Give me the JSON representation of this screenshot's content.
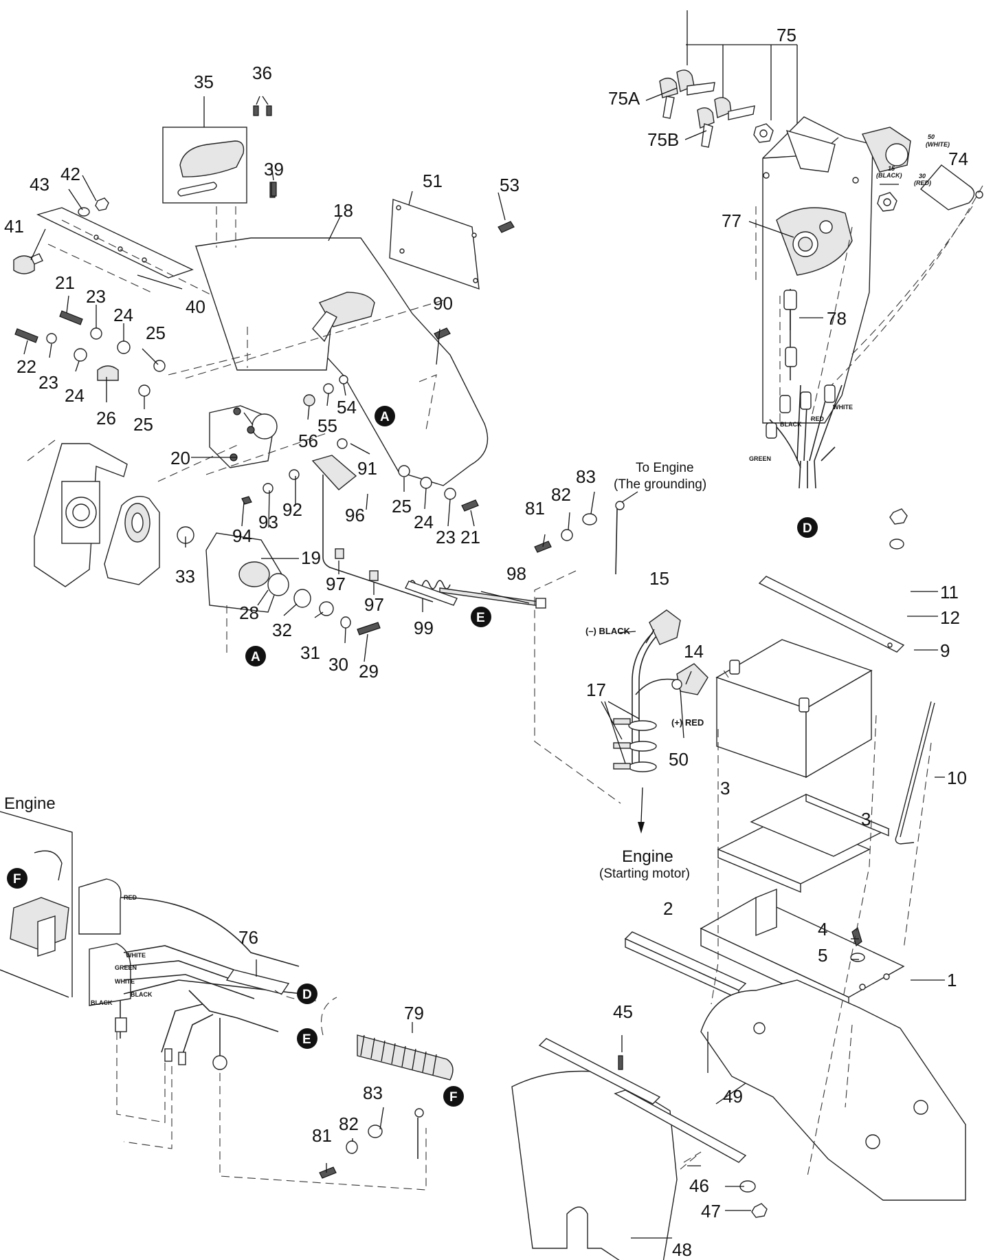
{
  "callouts": {
    "p1": "1",
    "p2": "2",
    "p3a": "3",
    "p3b": "3",
    "p4": "4",
    "p5": "5",
    "p9": "9",
    "p10": "10",
    "p11": "11",
    "p12": "12",
    "p14": "14",
    "p15": "15",
    "p17": "17",
    "p18": "18",
    "p19": "19",
    "p20": "20",
    "p21a": "21",
    "p21b": "21",
    "p22": "22",
    "p23a": "23",
    "p23b": "23",
    "p23c": "23",
    "p24a": "24",
    "p24b": "24",
    "p24c": "24",
    "p25a": "25",
    "p25b": "25",
    "p25c": "25",
    "p26": "26",
    "p28": "28",
    "p29": "29",
    "p30": "30",
    "p31": "31",
    "p32": "32",
    "p33": "33",
    "p35": "35",
    "p36": "36",
    "p39": "39",
    "p40": "40",
    "p41": "41",
    "p42": "42",
    "p43": "43",
    "p45": "45",
    "p46": "46",
    "p47": "47",
    "p48": "48",
    "p49": "49",
    "p50": "50",
    "p51": "51",
    "p53": "53",
    "p54": "54",
    "p55": "55",
    "p56": "56",
    "p74": "74",
    "p75": "75",
    "p75a": "75A",
    "p75b": "75B",
    "p76": "76",
    "p77": "77",
    "p78": "78",
    "p79": "79",
    "p81a": "81",
    "p81b": "81",
    "p82a": "82",
    "p82b": "82",
    "p83a": "83",
    "p83b": "83",
    "p90": "90",
    "p91": "91",
    "p92": "92",
    "p93": "93",
    "p94": "94",
    "p96": "96",
    "p97a": "97",
    "p97b": "97",
    "p98": "98",
    "p99": "99"
  },
  "refs": {
    "a1": "A",
    "a2": "A",
    "d1": "D",
    "d2": "D",
    "e1": "E",
    "e2": "E",
    "f1": "F",
    "f2": "F"
  },
  "labels": {
    "to_engine": "To Engine",
    "grounding": "(The grounding)",
    "engine_bottom": "Engine",
    "starting_motor": "(Starting motor)",
    "engine_left": "Engine",
    "neg_black": "(–) BLACK",
    "pos_red": "(+) RED"
  },
  "wire_labels": {
    "red": "RED",
    "white1": "WHITE",
    "green": "GREEN",
    "white2": "WHITE",
    "black1": "BLACK",
    "black2": "BLACK",
    "harness_black": "BLACK",
    "harness_red": "RED",
    "harness_white": "WHITE",
    "harness_green": "GREEN"
  },
  "switch_terms": {
    "t50": "50",
    "t50c": "(WHITE)",
    "t15": "15",
    "t15c": "(BLACK)",
    "t30": "30",
    "t30c": "(RED)"
  },
  "icons": [
    "key-icon",
    "bolt-icon",
    "washer-icon",
    "nut-icon",
    "battery-icon",
    "connector-icon"
  ]
}
